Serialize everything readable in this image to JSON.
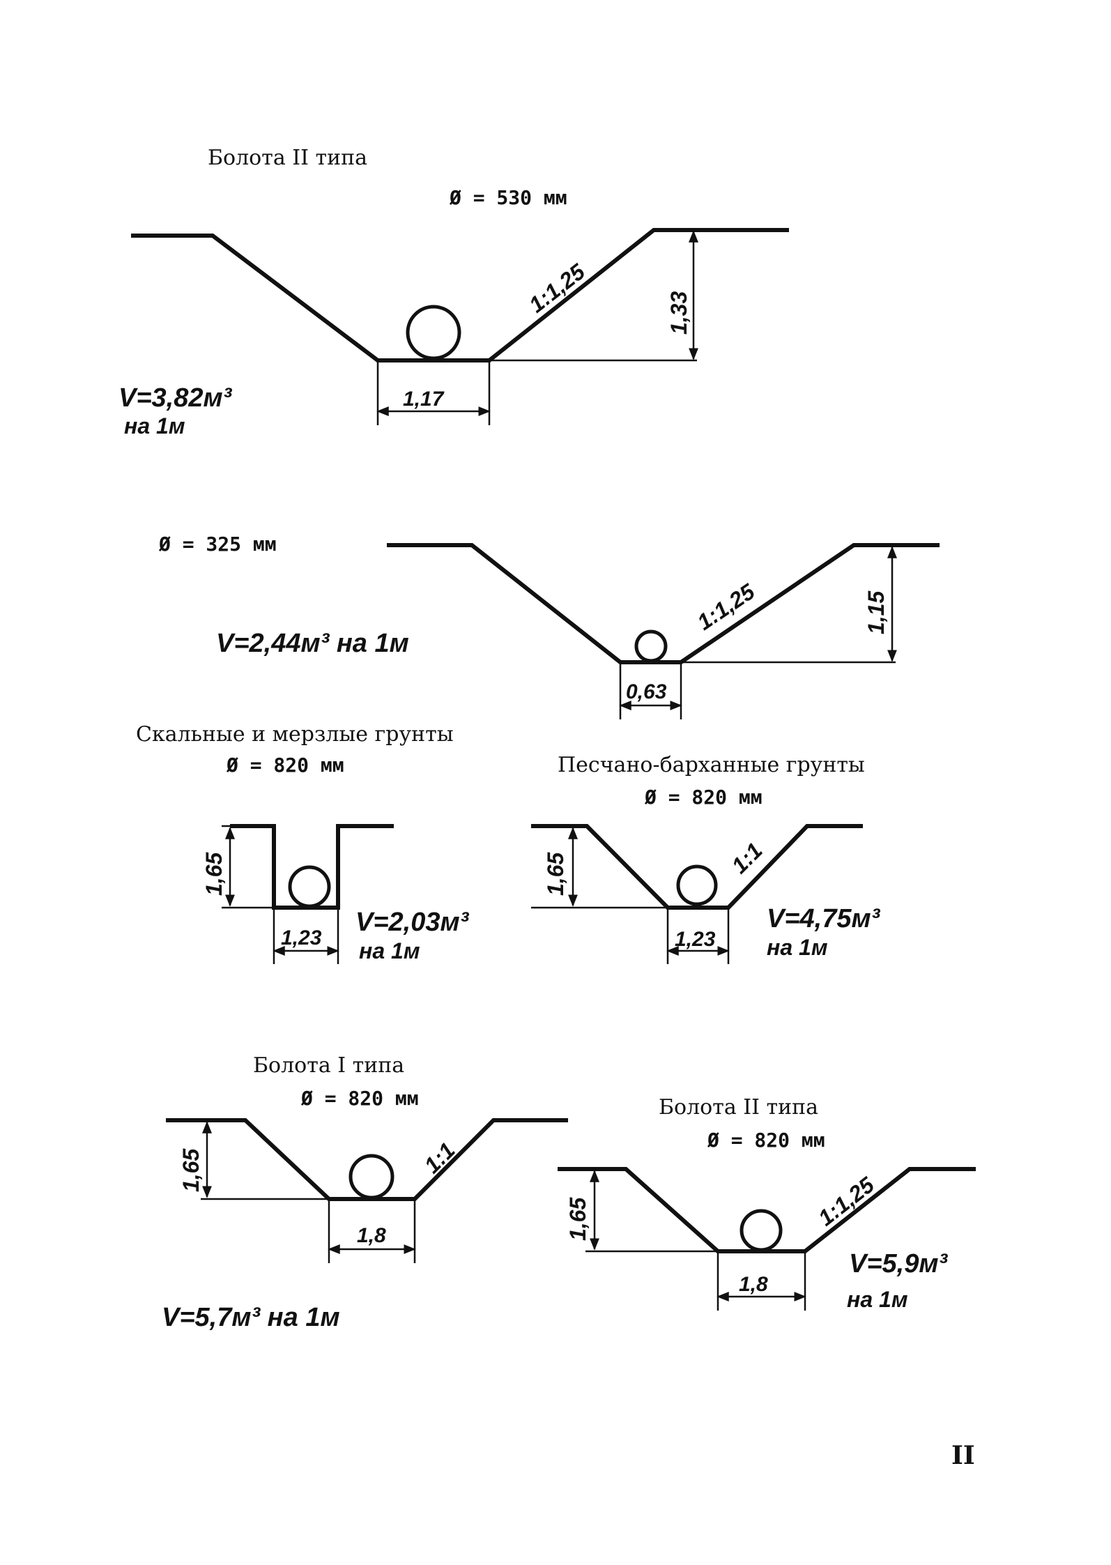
{
  "page_number": "II",
  "sections": {
    "swamp_type2_530": {
      "title": "Болота II    типа",
      "diameter": "Ø = 530 мм",
      "slope": "1:1,25",
      "depth": "1,33",
      "bottom_width": "1,17",
      "volume_line1": "V=3,82м³",
      "volume_line2": "на 1м"
    },
    "swamp_type2_325": {
      "diameter": "Ø  = 325 мм",
      "slope": "1:1,25",
      "depth": "1,15",
      "bottom_width": "0,63",
      "volume": "V=2,44м³ на 1м"
    },
    "rocky_frozen": {
      "title": "Скальные и мерзлые грунты",
      "diameter": "Ø = 820 мм",
      "depth": "1,65",
      "bottom_width": "1,23",
      "volume_line1": "V=2,03м³",
      "volume_line2": "на 1м"
    },
    "sandy_dune": {
      "title": "Песчано-барханные грунты",
      "diameter": "Ø = 820 мм",
      "slope": "1:1",
      "depth": "1,65",
      "bottom_width": "1,23",
      "volume_line1": "V=4,75м³",
      "volume_line2": "на 1м"
    },
    "swamp_type1_820": {
      "title": "Болота I    типа",
      "diameter": "Ø = 820 мм",
      "slope": "1:1",
      "depth": "1,65",
      "bottom_width": "1,8",
      "volume": "V=5,7м³ на 1м"
    },
    "swamp_type2_820": {
      "title": "Болота II    типа",
      "diameter": "Ø = 820 мм",
      "slope": "1:1,25",
      "depth": "1,65",
      "bottom_width": "1,8",
      "volume_line1": "V=5,9м³",
      "volume_line2": "на 1м"
    }
  }
}
